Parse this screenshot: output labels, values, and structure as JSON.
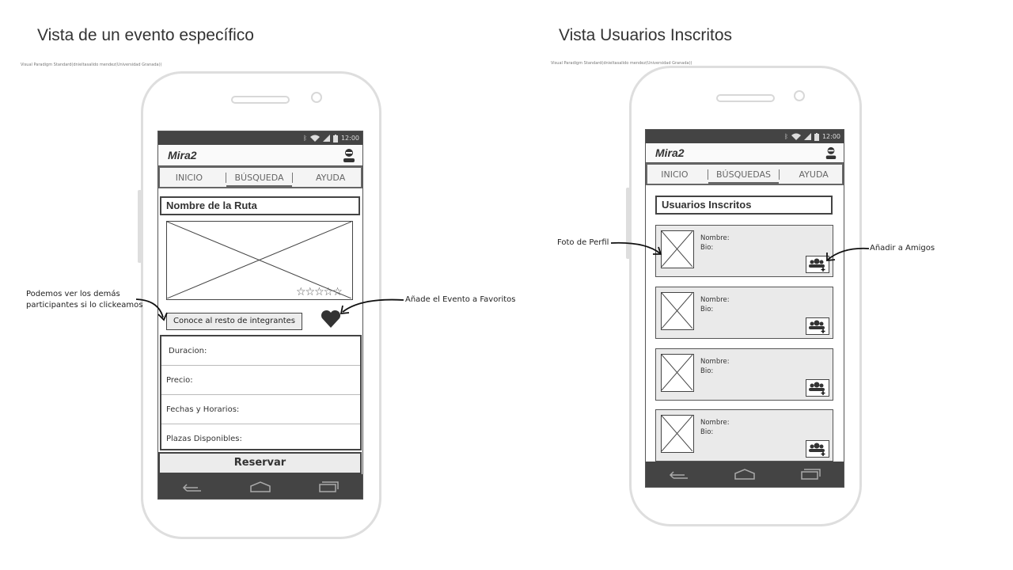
{
  "left": {
    "heading": "Vista de un evento específico",
    "credit": "Visual Paradigm Standard(dnieltasalido mendez(Universidad Granada))",
    "status_time": "12:00",
    "app_name": "Mira2",
    "tabs": [
      {
        "label": "INICIO"
      },
      {
        "label": "BÚSQUEDA"
      },
      {
        "label": "AYUDA"
      }
    ],
    "route_title": "Nombre de la Ruta",
    "rating_stars": "☆☆☆☆☆",
    "members_button": "Conoce al resto de integrantes",
    "details": [
      {
        "label": "Duracion:"
      },
      {
        "label": "Precio:"
      },
      {
        "label": "Fechas y Horarios:"
      },
      {
        "label": "Plazas Disponibles:"
      }
    ],
    "reserve_button": "Reservar",
    "annotation_members": "Podemos ver los demás\nparticipantes si lo clickeamos",
    "annotation_favorite": "Añade el Evento a Favoritos"
  },
  "right": {
    "heading": "Vista Usuarios Inscritos",
    "credit": "Visual Paradigm Standard(dnieltasalido mendez(Universidad Granada))",
    "status_time": "12:00",
    "app_name": "Mira2",
    "tabs": [
      {
        "label": "INICIO"
      },
      {
        "label": "BÚSQUEDAS"
      },
      {
        "label": "AYUDA"
      }
    ],
    "list_title": "Usuarios Inscritos",
    "users": [
      {
        "name_label": "Nombre:",
        "bio_label": "Bio:"
      },
      {
        "name_label": "Nombre:",
        "bio_label": "Bio:"
      },
      {
        "name_label": "Nombre:",
        "bio_label": "Bio:"
      },
      {
        "name_label": "Nombre:",
        "bio_label": "Bio:"
      }
    ],
    "annotation_photo": "Foto de Perfil",
    "annotation_add": "Añadir  a Amigos"
  },
  "colors": {
    "status_bar": "#444444",
    "phone_outline": "#dedede"
  }
}
